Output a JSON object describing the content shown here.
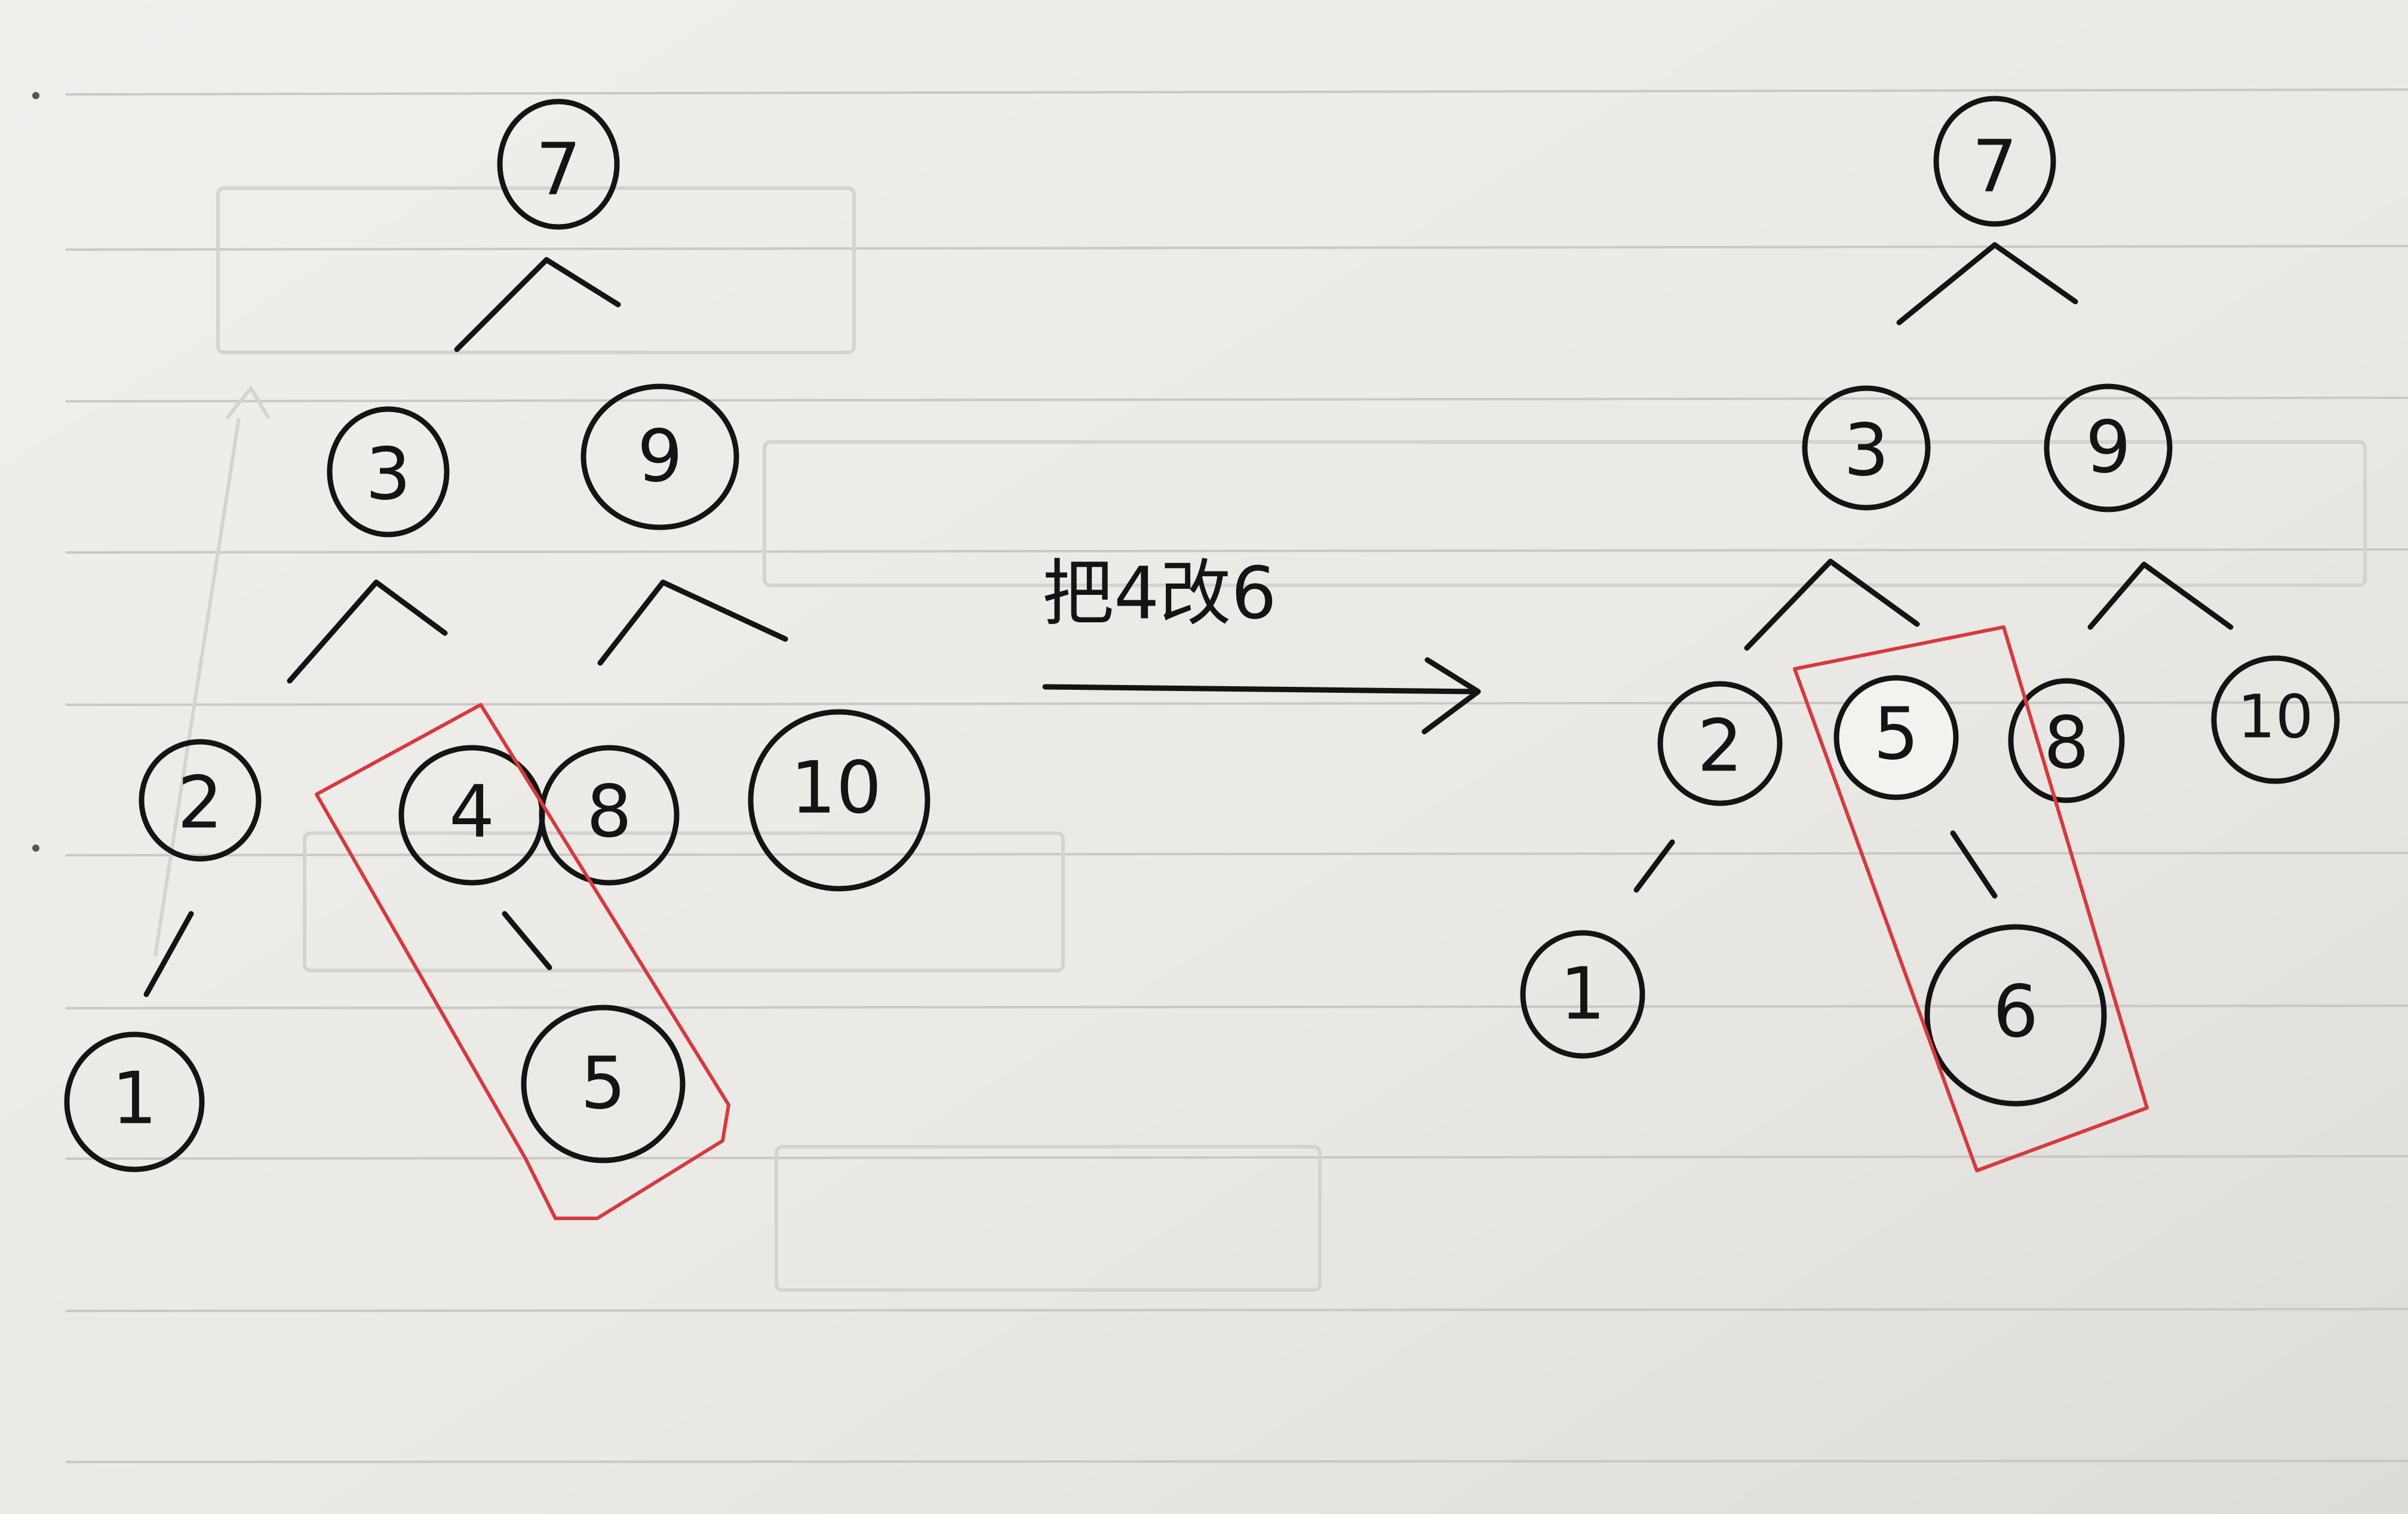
{
  "annotation": {
    "caption": "把4改6"
  },
  "colors": {
    "paper": "#ecebe7",
    "rule_line": "#c9c8c6",
    "ink": "#141414",
    "highlight": "#d63a3f",
    "faint_show_through": "#d4d3d0"
  },
  "before_tree": {
    "nodes": [
      "7",
      "3",
      "9",
      "2",
      "4",
      "8",
      "10",
      "1",
      "5"
    ],
    "edges": [
      [
        "7",
        "3"
      ],
      [
        "7",
        "9"
      ],
      [
        "3",
        "2"
      ],
      [
        "3",
        "4"
      ],
      [
        "9",
        "8"
      ],
      [
        "9",
        "10"
      ],
      [
        "2",
        "1"
      ],
      [
        "4",
        "5"
      ]
    ],
    "highlighted": [
      "4",
      "5"
    ]
  },
  "after_tree": {
    "nodes": [
      "7",
      "3",
      "9",
      "2",
      "5",
      "8",
      "10",
      "1",
      "6"
    ],
    "edges": [
      [
        "7",
        "3"
      ],
      [
        "7",
        "9"
      ],
      [
        "3",
        "2"
      ],
      [
        "3",
        "5"
      ],
      [
        "9",
        "8"
      ],
      [
        "9",
        "10"
      ],
      [
        "2",
        "1"
      ],
      [
        "5",
        "6"
      ]
    ],
    "highlighted": [
      "5",
      "6"
    ]
  }
}
